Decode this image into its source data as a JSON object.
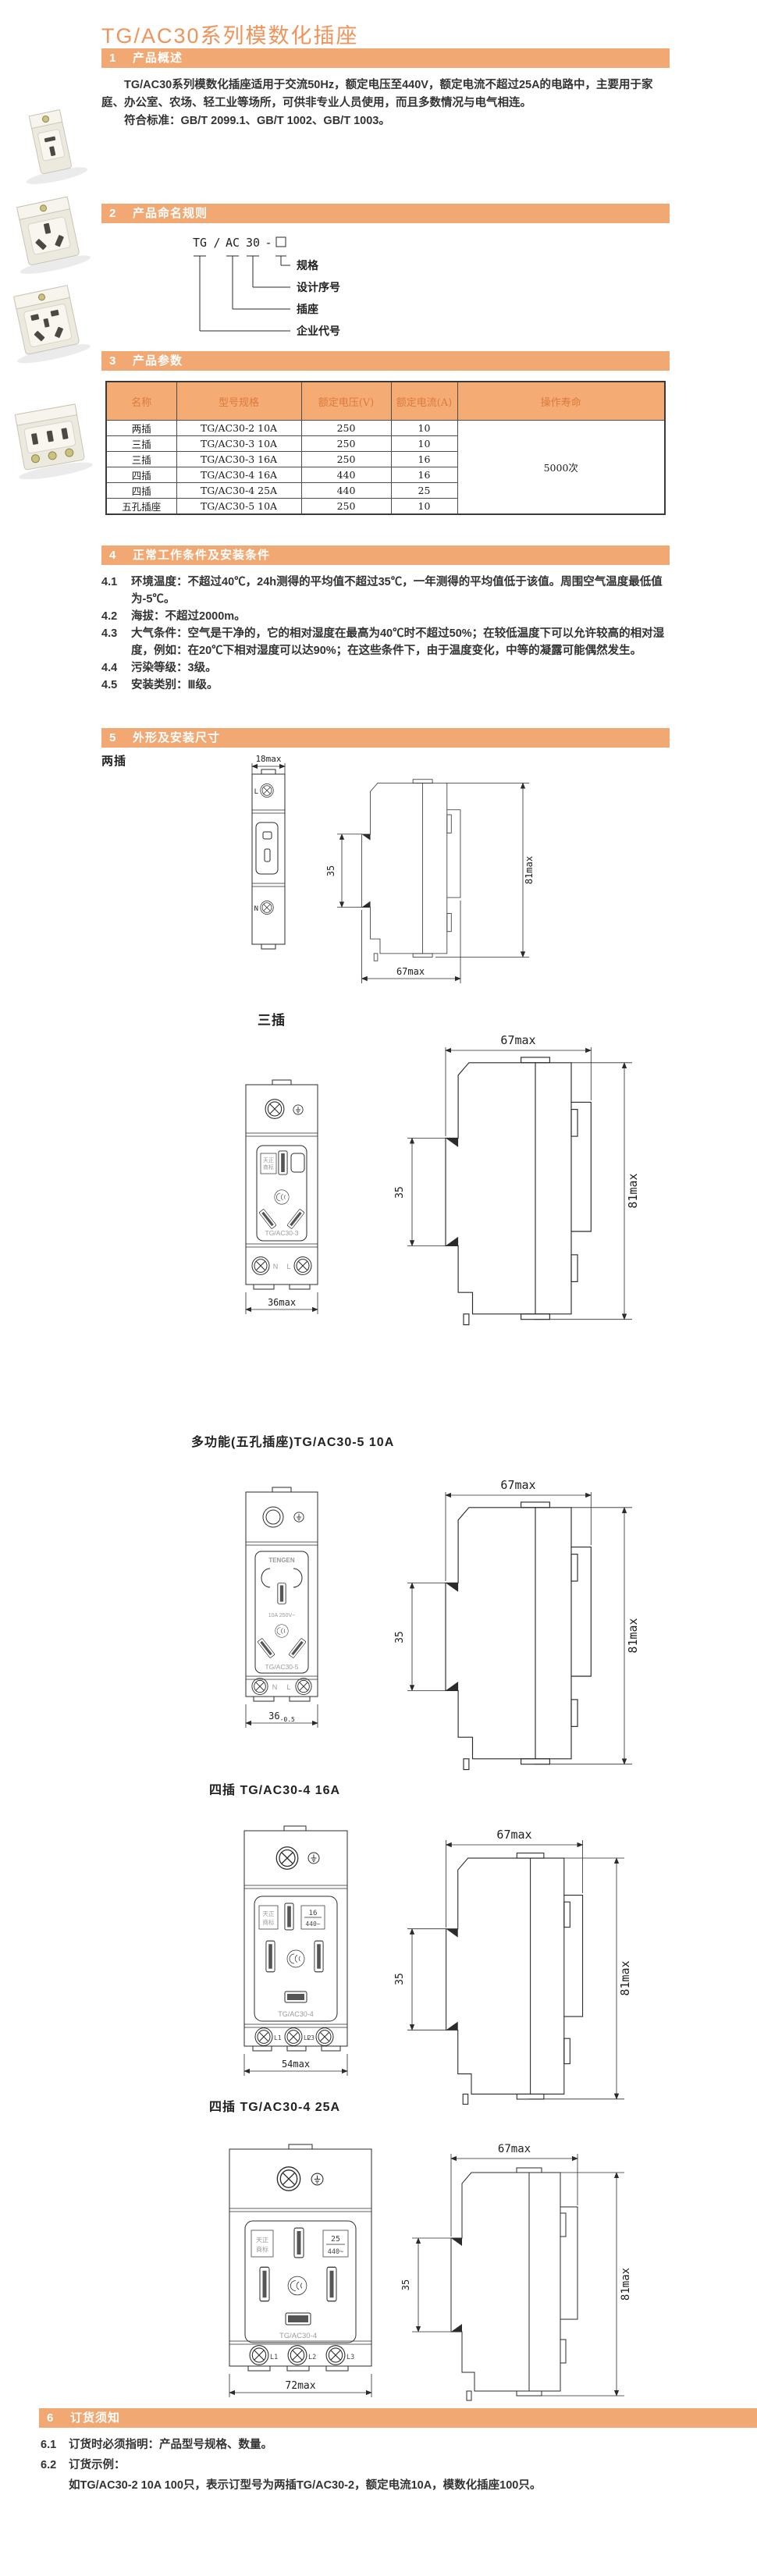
{
  "page": {
    "title": "TG/AC30系列模数化插座"
  },
  "sections": [
    {
      "num": "1",
      "title": "产品概述"
    },
    {
      "num": "2",
      "title": "产品命名规则"
    },
    {
      "num": "3",
      "title": "产品参数"
    },
    {
      "num": "4",
      "title": "正常工作条件及安装条件"
    },
    {
      "num": "5",
      "title": "外形及安装尺寸"
    },
    {
      "num": "6",
      "title": "订货须知"
    }
  ],
  "overview": {
    "para": "TG/AC30系列模数化插座适用于交流50Hz，额定电压至440V，额定电流不超过25A的电路中，主要用于家庭、办公室、农场、轻工业等场所，可供非专业人员使用，而且多数情况与电气相连。",
    "standards": "符合标准：GB/T 2099.1、GB/T 1002、GB/T 1003。"
  },
  "naming": {
    "code": {
      "company": "TG",
      "slash": "/",
      "socket": "AC",
      "design": "30",
      "dash": "-"
    },
    "labels": {
      "spec": "规格",
      "design": "设计序号",
      "socket": "插座",
      "company": "企业代号"
    }
  },
  "params_table": {
    "headers": [
      "名称",
      "型号规格",
      "额定电压(V)",
      "额定电流(A)",
      "操作寿命"
    ],
    "rows": [
      [
        "两插",
        "TG/AC30-2 10A",
        "250",
        "10"
      ],
      [
        "三插",
        "TG/AC30-3 10A",
        "250",
        "10"
      ],
      [
        "三插",
        "TG/AC30-3 16A",
        "250",
        "16"
      ],
      [
        "四插",
        "TG/AC30-4 16A",
        "440",
        "16"
      ],
      [
        "四插",
        "TG/AC30-4 25A",
        "440",
        "25"
      ],
      [
        "五孔插座",
        "TG/AC30-5 10A",
        "250",
        "10"
      ]
    ],
    "life": "5000次"
  },
  "conditions": [
    {
      "num": "4.1",
      "text": "环境温度：不超过40℃，24h测得的平均值不超过35℃，一年测得的平均值低于该值。周围空气温度最低值为-5℃。"
    },
    {
      "num": "4.2",
      "text": "海拔：不超过2000m。"
    },
    {
      "num": "4.3",
      "text": "大气条件：空气是干净的，它的相对湿度在最高为40℃时不超过50%；在较低温度下可以允许较高的相对湿度，例如：在20℃下相对湿度可以达90%；在这些条件下，由于温度变化，中等的凝露可能偶然发生。"
    },
    {
      "num": "4.4",
      "text": "污染等级：3级。"
    },
    {
      "num": "4.5",
      "text": "安装类别：Ⅲ级。"
    }
  ],
  "side_dims": {
    "w": "67max",
    "h": "81max",
    "rail": "35"
  },
  "figs": {
    "f1": {
      "label": "两插",
      "dim_w": "18max",
      "t_top": "L",
      "t_bottom": "N"
    },
    "f2": {
      "label": "三插",
      "brand1": "天正",
      "brand2": "商标",
      "model": "TG/AC30-3",
      "t1": "N",
      "t2": "L",
      "dim_w": "36max"
    },
    "f3": {
      "label": "多功能(五孔插座)TG/AC30-5  10A",
      "brand": "TENGEN",
      "rating": "10A 250V~",
      "model": "TG/AC30-5",
      "t1": "N",
      "t2": "L",
      "dim_w": "36",
      "dim_tol": "-0.5"
    },
    "f4": {
      "label": "四插 TG/AC30-4 16A",
      "brand1": "天正",
      "brand2": "商标",
      "amp": "16",
      "volt": "440~",
      "model": "TG/AC30-4",
      "t1": "L1",
      "t2": "L2",
      "t3": "L3",
      "dim_w": "54max"
    },
    "f5": {
      "label": "四插 TG/AC30-4 25A",
      "brand1": "天正",
      "brand2": "商标",
      "amp": "25",
      "volt": "440~",
      "model": "TG/AC30-4",
      "t1": "L1",
      "t2": "L2",
      "t3": "L3",
      "dim_w": "72max"
    }
  },
  "ordering": {
    "items": [
      {
        "num": "6.1",
        "text": "订货时必须指明：产品型号规格、数量。"
      },
      {
        "num": "6.2",
        "text": "订货示例："
      }
    ],
    "example": "如TG/AC30-2 10A 100只，表示订型号为两插TG/AC30-2，额定电流10A，模数化插座100只。"
  },
  "colors": {
    "accent": "#F0935A",
    "bar_bg": "#F2A873",
    "table_header_bg": "#F5AC74",
    "table_header_text": "#DD7A3C"
  }
}
